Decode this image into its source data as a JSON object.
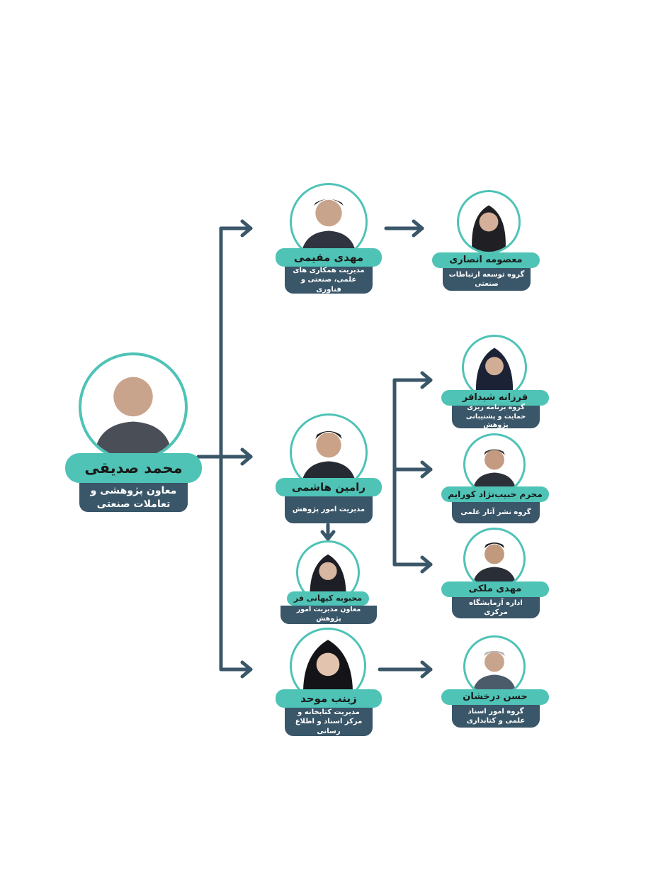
{
  "colors": {
    "accent": "#4ec3b6",
    "dark": "#3a5669",
    "arrow": "#3a5669"
  },
  "people": {
    "head": {
      "name": "محمد صدیقی",
      "title": "معاون پژوهشی و تعاملات صنعتی"
    },
    "moghimi": {
      "name": "مهدی مقیمی",
      "title": "مدیریت همکاری های علمی، صنعتی و فناوری"
    },
    "ansari": {
      "name": "معصومه انصاری",
      "title": "گروه توسعه ارتباطات صنعتی"
    },
    "hashemi": {
      "name": "رامین هاشمی",
      "title": "مدیریت امور پژوهش"
    },
    "keyhani": {
      "name": "محبوبه کیهانی فر",
      "title": "معاون مدیریت امور پژوهش"
    },
    "sheidafar": {
      "name": "فرزانه شیدافر",
      "title": "گروه برنامه ریزی حمایت و پشتیبانی پژوهش"
    },
    "habib": {
      "name": "محرم حبیب‌نژاد کورایم",
      "title": "گروه نشر آثار علمی"
    },
    "maleki": {
      "name": "مهدی ملکی",
      "title": "اداره آزمایشگاه مرکزی"
    },
    "movahed": {
      "name": "زینب موحد",
      "title": "مدیریت کتابخانه و مرکز اسناد و اطلاع رسانی"
    },
    "derakhshan": {
      "name": "حسن درخشان",
      "title": "گروه امور اسناد علمی و کتابداری"
    }
  }
}
